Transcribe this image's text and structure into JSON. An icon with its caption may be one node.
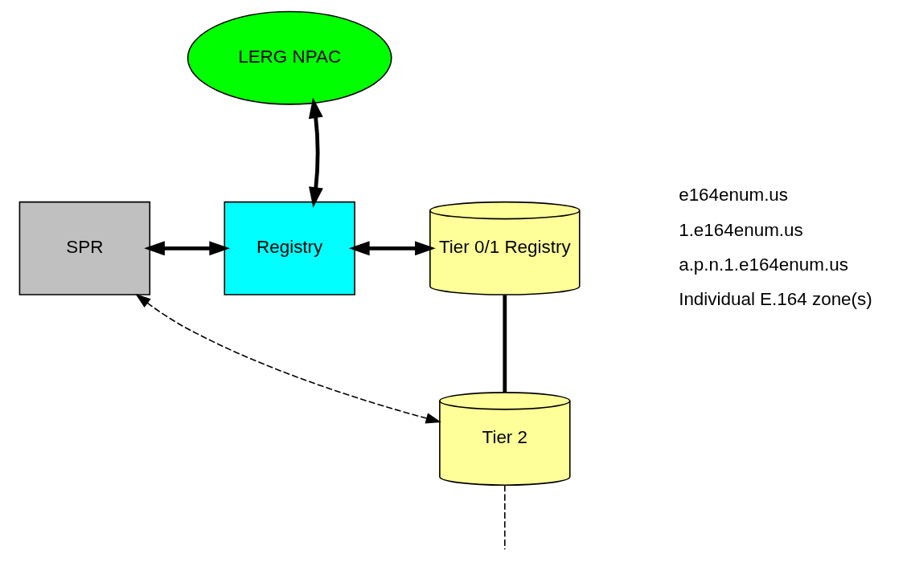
{
  "diagram": {
    "nodes": [
      {
        "text": [
          "LERG NPAC"
        ]
      },
      {
        "text": [
          "SPR"
        ]
      },
      {
        "text": [
          "Registry"
        ]
      },
      {
        "text": [
          "Tier 0/1 Registry"
        ]
      },
      {
        "text": [
          "Tier 2"
        ]
      }
    ],
    "edges": [
      {
        "from": 2,
        "to": 0,
        "arrow": "both"
      },
      {
        "from": 1,
        "to": 2,
        "arrow": "both"
      },
      {
        "from": 2,
        "to": 3,
        "arrow": "both"
      },
      {
        "from": 3,
        "to": 4,
        "arrow": "none"
      },
      {
        "from": 1,
        "to": 4,
        "arrow": "both",
        "style": "dashed"
      },
      {
        "from": 4,
        "to": null,
        "arrow": "none",
        "style": "dashed"
      }
    ],
    "labels": [
      "e164enum.us",
      "1.e164enum.us",
      "a.p.n.1.e164enum.us",
      "Individual E.164 zone(s)"
    ]
  }
}
